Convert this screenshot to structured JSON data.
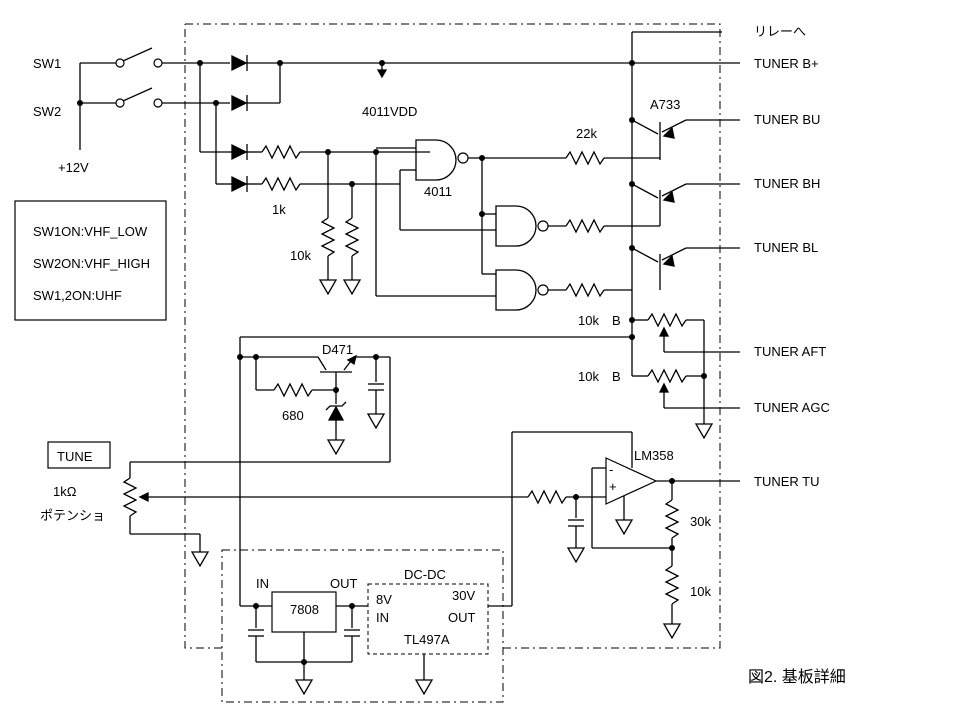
{
  "labels": {
    "sw1": "SW1",
    "sw2": "SW2",
    "plus12v": "+12V",
    "vdd": "4011VDD",
    "a733": "A733",
    "r22k": "22k",
    "ic4011": "4011",
    "r1k": "1k",
    "r10k_left": "10k",
    "d471": "D471",
    "r680": "680",
    "r10kb_1": "10k",
    "b1": "B",
    "r10kb_2": "10k",
    "b2": "B",
    "lm358": "LM358",
    "r30k": "30k",
    "r10k_bottom": "10k",
    "tune_box": "TUNE",
    "pot_1k": "1kΩ",
    "pot_name": "ポテンショ",
    "reg_in": "IN",
    "reg_out": "OUT",
    "reg_7808": "7808",
    "dcdc": "DC-DC",
    "dcdc_8v": "8V",
    "dcdc_in": "IN",
    "dcdc_30v": "30V",
    "dcdc_out": "OUT",
    "tl497a": "TL497A",
    "op_minus": "-",
    "op_plus": "+",
    "caption": "図2. 基板詳細"
  },
  "outputs": [
    "リレーへ",
    "TUNER B+",
    "TUNER BU",
    "TUNER BH",
    "TUNER BL",
    "TUNER AFT",
    "TUNER AGC",
    "TUNER TU"
  ],
  "legend": [
    "SW1ON:VHF_LOW",
    "SW2ON:VHF_HIGH",
    "SW1,2ON:UHF"
  ]
}
